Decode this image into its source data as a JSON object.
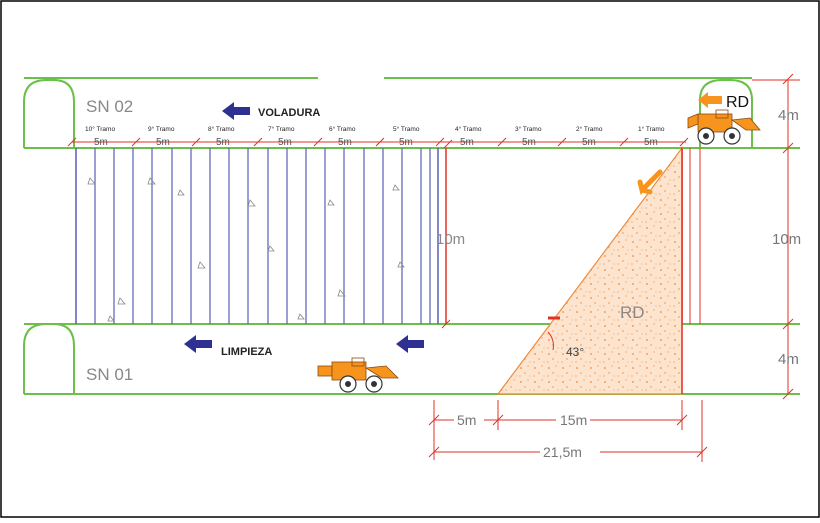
{
  "drifts": {
    "upper": "SN 02",
    "lower": "SN 01"
  },
  "arrows": {
    "blast": "VOLADURA",
    "clean": "LIMPIEZA"
  },
  "muck": {
    "upper": "RD",
    "lower": "RD"
  },
  "stretches": {
    "names": [
      "10° Tramo",
      "9° Tramo",
      "8° Tramo",
      "7° Tramo",
      "6° Tramo",
      "5° Tramo",
      "4° Tramo",
      "3° Tramo",
      "2° Tramo",
      "1° Tramo"
    ],
    "length_label": "5m"
  },
  "dimensions": {
    "left_height": "10m",
    "right_top": "4m",
    "right_middle": "10m",
    "right_bottom": "4m",
    "angle": "43°",
    "base_left": "5m",
    "base_slope": "15m",
    "total": "21,5m"
  },
  "colors": {
    "drift_line": "#6cc04a",
    "stretch_line": "#5b5fb8",
    "dimension": "#e0332a",
    "muck_fill": "#fde4cf",
    "muck_stroke": "#f08a3a",
    "arrow_blue": "#2e3192",
    "arrow_orange": "#f7941d",
    "frame": "#000000"
  },
  "icons": [
    "loader-icon",
    "arrow-left-icon"
  ]
}
